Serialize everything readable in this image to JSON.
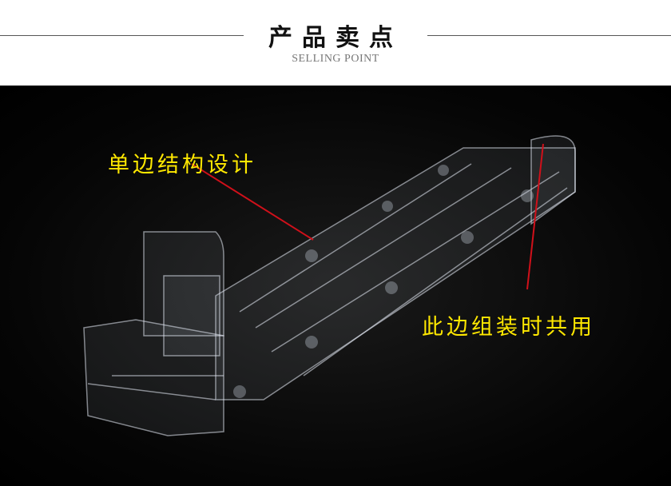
{
  "header": {
    "title": "产品卖点",
    "subtitle": "SELLING POINT"
  },
  "annotations": [
    {
      "text": "单边结构设计"
    },
    {
      "text": "此边组装时共用"
    }
  ],
  "colors": {
    "label": "#ffe800",
    "pointer": "#d0101a"
  }
}
